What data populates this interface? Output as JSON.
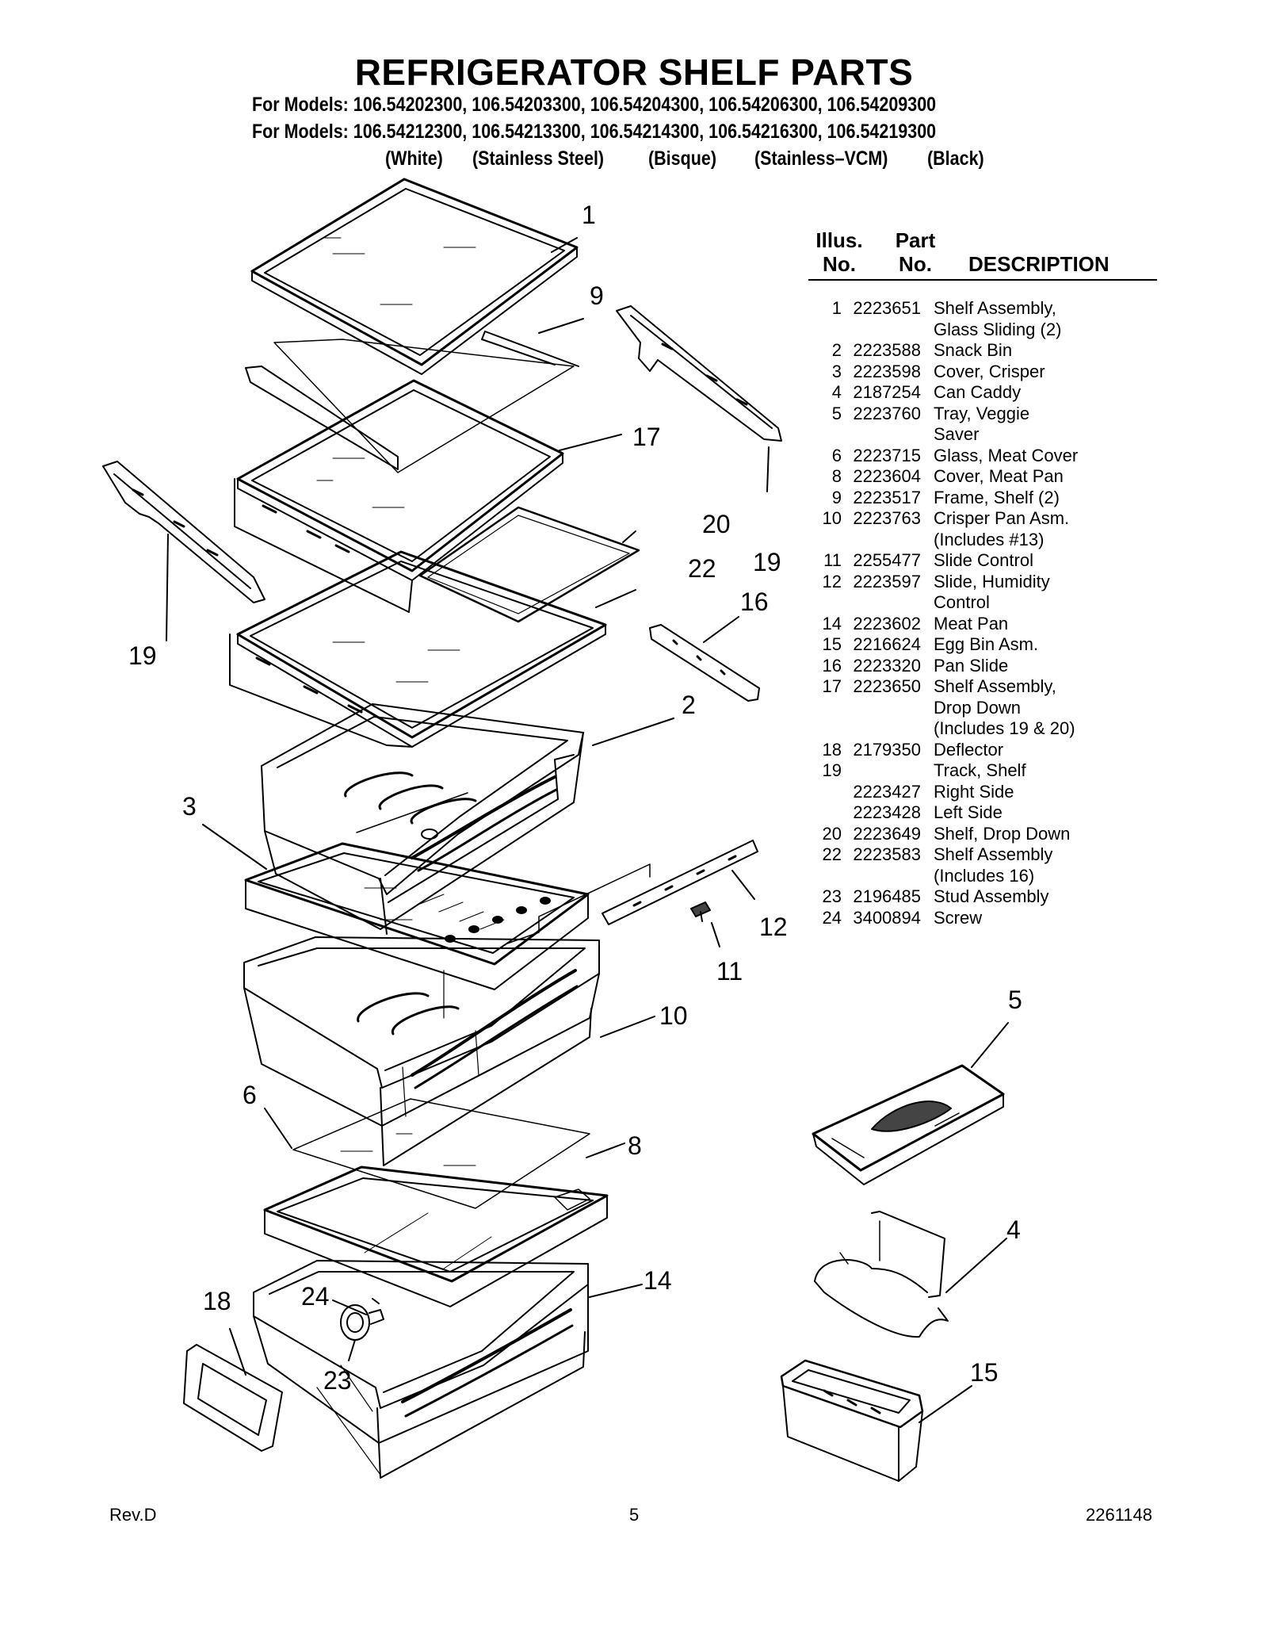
{
  "header": {
    "title": "REFRIGERATOR SHELF PARTS",
    "models_line1": "For Models: 106.54202300, 106.54203300, 106.54204300, 106.54206300, 106.54209300",
    "models_line2": "For Models: 106.54212300, 106.54213300, 106.54214300, 106.54216300, 106.54219300",
    "finishes": [
      "(White)",
      "(Stainless Steel)",
      "(Bisque)",
      "(Stainless–VCM)",
      "(Black)"
    ]
  },
  "table": {
    "headers": {
      "illus_1": "Illus.",
      "illus_2": "No.",
      "part_1": "Part",
      "part_2": "No.",
      "description": "DESCRIPTION"
    },
    "rows": [
      {
        "illus": "1",
        "part": "2223651",
        "desc": [
          "Shelf Assembly,",
          "Glass Sliding (2)"
        ]
      },
      {
        "illus": "2",
        "part": "2223588",
        "desc": [
          "Snack Bin"
        ]
      },
      {
        "illus": "3",
        "part": "2223598",
        "desc": [
          "Cover, Crisper"
        ]
      },
      {
        "illus": "4",
        "part": "2187254",
        "desc": [
          "Can Caddy"
        ]
      },
      {
        "illus": "5",
        "part": "2223760",
        "desc": [
          "Tray, Veggie",
          "Saver"
        ]
      },
      {
        "illus": "6",
        "part": "2223715",
        "desc": [
          "Glass, Meat Cover"
        ]
      },
      {
        "illus": "8",
        "part": "2223604",
        "desc": [
          "Cover, Meat Pan"
        ]
      },
      {
        "illus": "9",
        "part": "2223517",
        "desc": [
          "Frame, Shelf (2)"
        ]
      },
      {
        "illus": "10",
        "part": "2223763",
        "desc": [
          "Crisper Pan Asm.",
          "(Includes #13)"
        ]
      },
      {
        "illus": "11",
        "part": "2255477",
        "desc": [
          "Slide Control"
        ]
      },
      {
        "illus": "12",
        "part": "2223597",
        "desc": [
          "Slide, Humidity",
          "Control"
        ]
      },
      {
        "illus": "14",
        "part": "2223602",
        "desc": [
          "Meat Pan"
        ]
      },
      {
        "illus": "15",
        "part": "2216624",
        "desc": [
          "Egg Bin Asm."
        ]
      },
      {
        "illus": "16",
        "part": "2223320",
        "desc": [
          "Pan Slide"
        ]
      },
      {
        "illus": "17",
        "part": "2223650",
        "desc": [
          "Shelf Assembly,",
          "Drop Down",
          "(Includes 19 & 20)"
        ]
      },
      {
        "illus": "18",
        "part": "2179350",
        "desc": [
          "Deflector"
        ]
      },
      {
        "illus": "19",
        "part": "",
        "desc": [
          "Track, Shelf"
        ]
      },
      {
        "illus": "",
        "part": "2223427",
        "desc": [
          "Right Side"
        ]
      },
      {
        "illus": "",
        "part": "2223428",
        "desc": [
          "Left Side"
        ]
      },
      {
        "illus": "20",
        "part": "2223649",
        "desc": [
          "Shelf, Drop Down"
        ]
      },
      {
        "illus": "22",
        "part": "2223583",
        "desc": [
          "Shelf Assembly",
          "(Includes 16)"
        ]
      },
      {
        "illus": "23",
        "part": "2196485",
        "desc": [
          "Stud Assembly"
        ]
      },
      {
        "illus": "24",
        "part": "3400894",
        "desc": [
          "Screw"
        ]
      }
    ]
  },
  "callouts": {
    "c1": "1",
    "c9": "9",
    "c17": "17",
    "c20": "20",
    "c19_right": "19",
    "c22": "22",
    "c16": "16",
    "c19_left": "19",
    "c2": "2",
    "c3": "3",
    "c12": "12",
    "c11": "11",
    "c10": "10",
    "c5": "5",
    "c6": "6",
    "c8": "8",
    "c4": "4",
    "c14": "14",
    "c18": "18",
    "c24": "24",
    "c15": "15",
    "c23": "23"
  },
  "footer": {
    "rev": "Rev.D",
    "page": "5",
    "doc_number": "2261148"
  }
}
